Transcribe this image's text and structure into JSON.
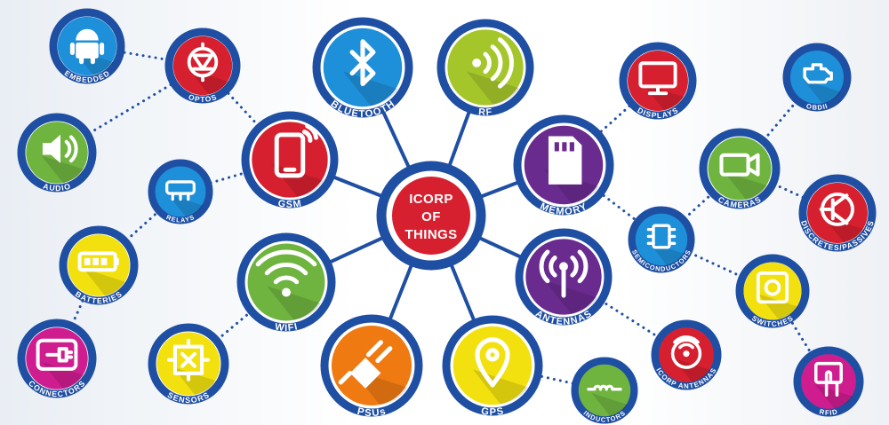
{
  "hub": {
    "lines": [
      "ICORP",
      "OF",
      "THINGS"
    ],
    "color": "#d7202f"
  },
  "colors": {
    "ring": "#1f4fa3",
    "link": "#1f4fa3",
    "red": "#d7202f",
    "blue": "#1e8fd9",
    "lime": "#a5c62b",
    "green": "#6fb43f",
    "yellow": "#f2e10f",
    "purple": "#6a2b8f",
    "magenta": "#cf1d8f",
    "orange": "#ef7a12"
  },
  "nodes": [
    {
      "id": "embedded",
      "label": "EMBEDDED",
      "icon": "android-icon",
      "color": "blue"
    },
    {
      "id": "optos",
      "label": "OPTOS",
      "icon": "optocoupler-icon",
      "color": "red"
    },
    {
      "id": "audio",
      "label": "AUDIO",
      "icon": "speaker-icon",
      "color": "green"
    },
    {
      "id": "gsm",
      "label": "GSM",
      "icon": "mobile-phone-icon",
      "color": "red"
    },
    {
      "id": "relays",
      "label": "RELAYS",
      "icon": "relay-icon",
      "color": "blue"
    },
    {
      "id": "batteries",
      "label": "BATTERIES",
      "icon": "battery-icon",
      "color": "yellow"
    },
    {
      "id": "wifi",
      "label": "WIFI",
      "icon": "wifi-icon",
      "color": "green"
    },
    {
      "id": "connectors",
      "label": "CONNECTORS",
      "icon": "plug-connector-icon",
      "color": "magenta"
    },
    {
      "id": "sensors",
      "label": "SENSORS",
      "icon": "sensor-icon",
      "color": "yellow"
    },
    {
      "id": "bluetooth",
      "label": "BLUETOOTH",
      "icon": "bluetooth-icon",
      "color": "blue"
    },
    {
      "id": "rf",
      "label": "RF",
      "icon": "rf-signal-icon",
      "color": "lime"
    },
    {
      "id": "psus",
      "label": "PSUs",
      "icon": "power-plug-icon",
      "color": "orange"
    },
    {
      "id": "gps",
      "label": "GPS",
      "icon": "location-pin-icon",
      "color": "yellow"
    },
    {
      "id": "inductors",
      "label": "INDUCTORS",
      "icon": "inductor-icon",
      "color": "green"
    },
    {
      "id": "displays",
      "label": "DISPLAYS",
      "icon": "monitor-icon",
      "color": "red"
    },
    {
      "id": "memory",
      "label": "MEMORY",
      "icon": "memory-card-icon",
      "color": "purple"
    },
    {
      "id": "obdii",
      "label": "OBDII",
      "icon": "engine-icon",
      "color": "blue"
    },
    {
      "id": "cameras",
      "label": "CAMERAS",
      "icon": "video-camera-icon",
      "color": "green"
    },
    {
      "id": "discretes",
      "label": "DISCRETES/PASSIVES",
      "icon": "transistor-icon",
      "color": "red"
    },
    {
      "id": "semiconductors",
      "label": "SEMICONDUCTORS",
      "icon": "chip-icon",
      "color": "blue"
    },
    {
      "id": "antennas",
      "label": "ANTENNAS",
      "icon": "antenna-icon",
      "color": "purple"
    },
    {
      "id": "switches",
      "label": "SWITCHES",
      "icon": "switch-icon",
      "color": "yellow"
    },
    {
      "id": "icorp_antennas",
      "label": "ICORP ANTENNAS",
      "icon": "broadcast-antenna-icon",
      "color": "red"
    },
    {
      "id": "rfid",
      "label": "RFID",
      "icon": "rfid-touch-icon",
      "color": "magenta"
    }
  ],
  "links": [
    {
      "from": "hub",
      "to": "gsm",
      "style": "solid"
    },
    {
      "from": "hub",
      "to": "wifi",
      "style": "solid"
    },
    {
      "from": "hub",
      "to": "bluetooth",
      "style": "solid"
    },
    {
      "from": "hub",
      "to": "rf",
      "style": "solid"
    },
    {
      "from": "hub",
      "to": "memory",
      "style": "solid"
    },
    {
      "from": "hub",
      "to": "antennas",
      "style": "solid"
    },
    {
      "from": "hub",
      "to": "psus",
      "style": "solid"
    },
    {
      "from": "hub",
      "to": "gps",
      "style": "solid"
    },
    {
      "from": "embedded",
      "to": "optos",
      "style": "dotted"
    },
    {
      "from": "optos",
      "to": "gsm",
      "style": "dotted"
    },
    {
      "from": "audio",
      "to": "optos",
      "style": "dotted"
    },
    {
      "from": "relays",
      "to": "gsm",
      "style": "dotted"
    },
    {
      "from": "batteries",
      "to": "relays",
      "style": "dotted"
    },
    {
      "from": "connectors",
      "to": "batteries",
      "style": "dotted"
    },
    {
      "from": "sensors",
      "to": "wifi",
      "style": "dotted"
    },
    {
      "from": "gps",
      "to": "inductors",
      "style": "dotted"
    },
    {
      "from": "memory",
      "to": "displays",
      "style": "dotted"
    },
    {
      "from": "memory",
      "to": "semiconductors",
      "style": "dotted"
    },
    {
      "from": "semiconductors",
      "to": "cameras",
      "style": "dotted"
    },
    {
      "from": "semiconductors",
      "to": "switches",
      "style": "dotted"
    },
    {
      "from": "cameras",
      "to": "obdii",
      "style": "dotted"
    },
    {
      "from": "cameras",
      "to": "discretes",
      "style": "dotted"
    },
    {
      "from": "switches",
      "to": "rfid",
      "style": "dotted"
    },
    {
      "from": "antennas",
      "to": "icorp_antennas",
      "style": "dotted"
    }
  ]
}
